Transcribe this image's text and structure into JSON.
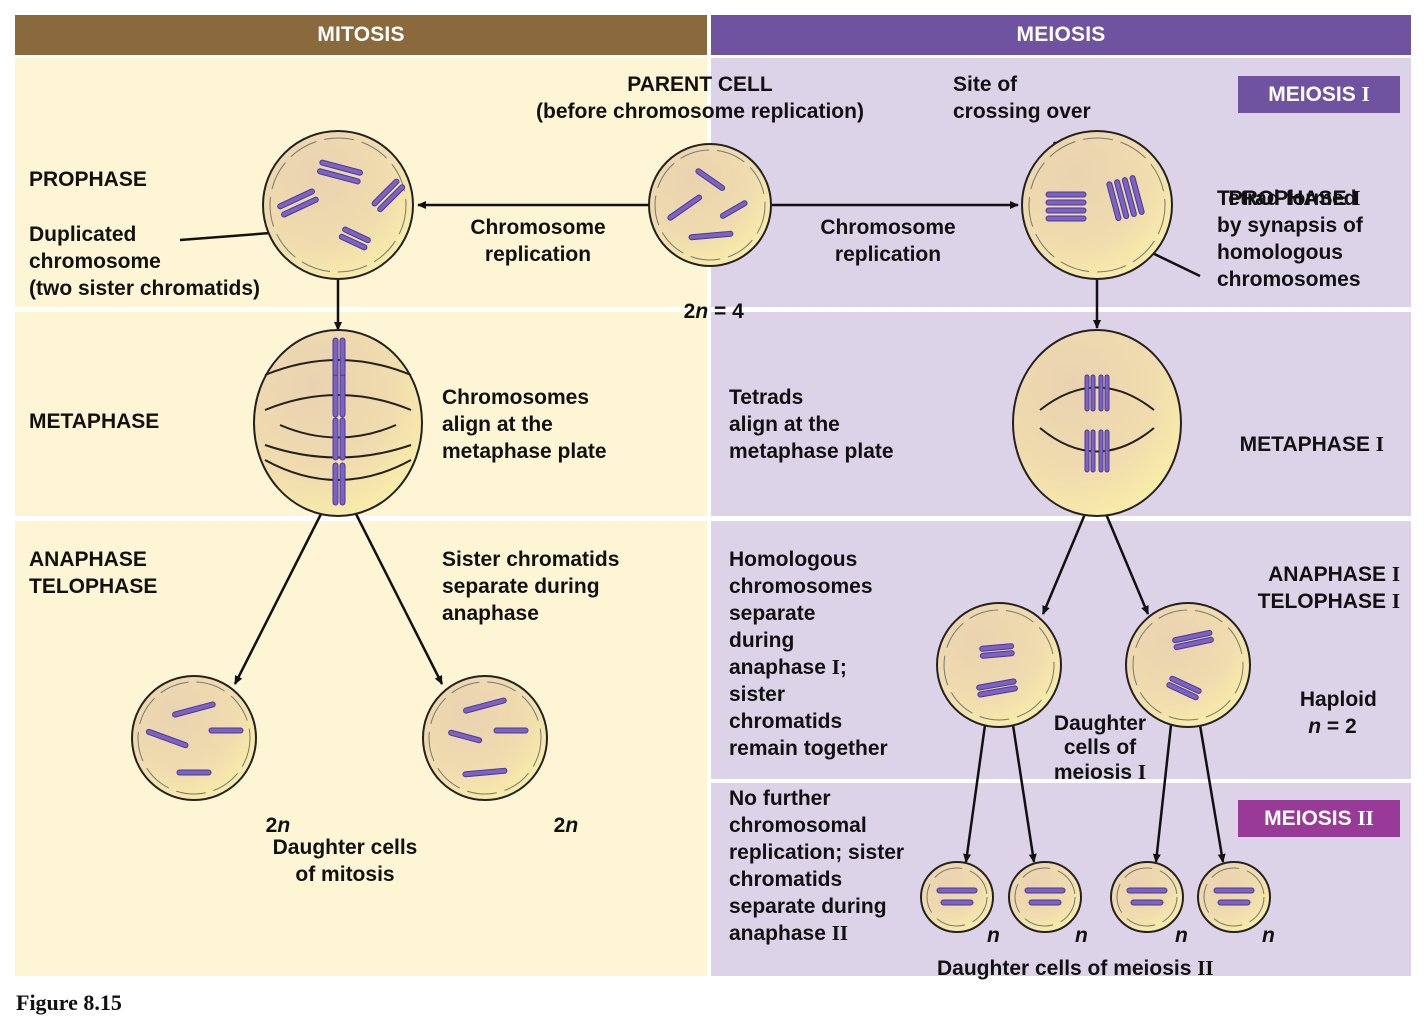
{
  "colors": {
    "mitosis_header": "#8a6a3c",
    "meiosis_header": "#6f53a0",
    "mitosis_bg": "#fdf5d4",
    "meiosis_bg": "#ddd3e8",
    "meiosis1_tag": "#6f53a0",
    "meiosis2_tag": "#9a3a98",
    "chromosome": "#7b62c4",
    "cell_fill": "#f2ddb0"
  },
  "headers": {
    "mitosis": "MITOSIS",
    "meiosis": "MEIOSIS"
  },
  "tags": {
    "meiosis1": "MEIOSIS",
    "meiosis1_num": "I",
    "meiosis2": "MEIOSIS",
    "meiosis2_num": "II"
  },
  "parent_cell": {
    "title": "PARENT CELL",
    "subtitle": "(before chromosome replication)",
    "ploidy_prefix": "2",
    "ploidy_var": "n",
    "ploidy_suffix": " = 4"
  },
  "mitosis": {
    "prophase": "PROPHASE",
    "duplicated_label": "Duplicated\nchromosome\n(two sister chromatids)",
    "replication_label": "Chromosome\nreplication",
    "metaphase": "METAPHASE",
    "metaphase_desc": "Chromosomes\nalign at the\nmetaphase plate",
    "anaphase": "ANAPHASE\nTELOPHASE",
    "anaphase_desc": "Sister chromatids\nseparate during\nanaphase",
    "daughter_ploidy_prefix": "2",
    "daughter_ploidy_var": "n",
    "daughter_label": "Daughter cells\nof mitosis"
  },
  "meiosis": {
    "replication_label": "Chromosome\nreplication",
    "crossing_over": "Site of\ncrossing over",
    "prophase1": "PROPHASE ",
    "prophase1_num": "I",
    "prophase1_desc": "Tetrad formed\nby synapsis of\nhomologous\nchromosomes",
    "metaphase_desc": "Tetrads\nalign at the\nmetaphase plate",
    "metaphase1": "METAPHASE ",
    "metaphase1_num": "I",
    "anaphase1": "ANAPHASE ",
    "telophase1": "TELOPHASE ",
    "phase_num": "I",
    "anaphase_desc_a": "Homologous\nchromosomes\nseparate\nduring\nanaphase ",
    "anaphase_desc_num": "I",
    "anaphase_desc_b": ";\nsister\nchromatids\nremain together",
    "haploid": "Haploid",
    "haploid_var": "n",
    "haploid_suffix": " = 2",
    "daughter1_label": "Daughter\ncells of\nmeiosis ",
    "daughter1_num": "I",
    "meiosis2_desc_a": "No further\nchromosomal\nreplication; sister\nchromatids\nseparate during\nanaphase ",
    "meiosis2_desc_num": "II",
    "daughter2_ploidy": "n",
    "daughter2_label": "Daughter cells of meiosis ",
    "daughter2_num": "II"
  },
  "caption": "Figure 8.15"
}
